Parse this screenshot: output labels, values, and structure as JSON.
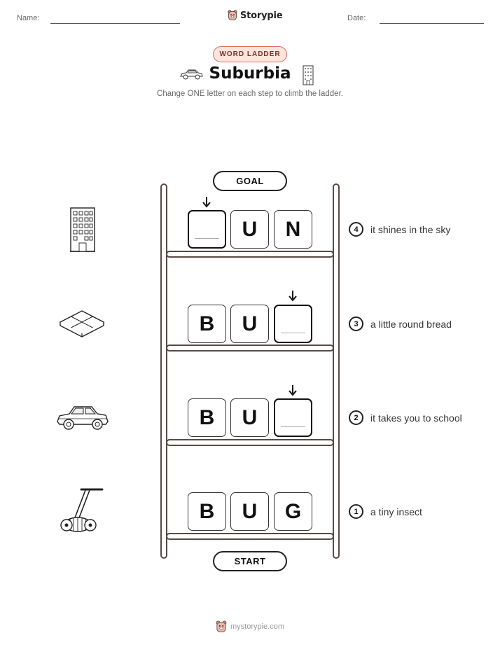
{
  "header": {
    "name_label": "Name:",
    "date_label": "Date:",
    "brand": "Storypie"
  },
  "badge": "WORD LADDER",
  "title": "Suburbia",
  "subtitle": "Change ONE letter on each step to climb the ladder.",
  "goal_label": "GOAL",
  "start_label": "START",
  "rows": [
    {
      "step": "4",
      "letters": [
        "",
        "U",
        "N"
      ],
      "blank_index": 0,
      "clue": "it shines in the sky",
      "picture": "office-building-icon"
    },
    {
      "step": "3",
      "letters": [
        "B",
        "U",
        ""
      ],
      "blank_index": 2,
      "clue": "a little round bread",
      "picture": "tile-icon"
    },
    {
      "step": "2",
      "letters": [
        "B",
        "U",
        ""
      ],
      "blank_index": 2,
      "clue": "it takes you to school",
      "picture": "car-icon"
    },
    {
      "step": "1",
      "letters": [
        "B",
        "U",
        "G"
      ],
      "blank_index": null,
      "clue": "a tiny insect",
      "picture": "lawn-mower-icon"
    }
  ],
  "footer": "mystorypie.com",
  "colors": {
    "badge_border": "#d9735b",
    "badge_fill": "#fde4dc",
    "ladder": "#5a4a43"
  }
}
